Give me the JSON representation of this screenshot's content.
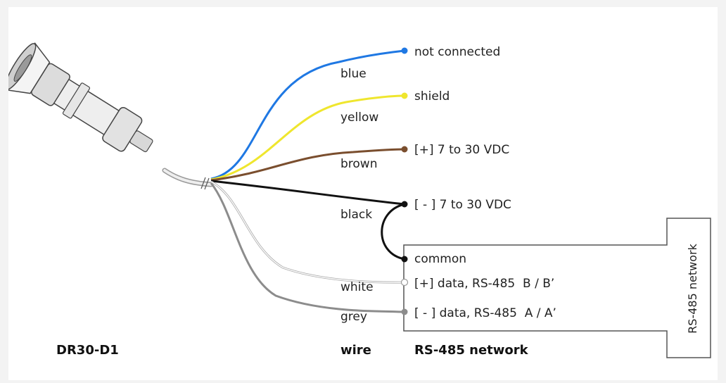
{
  "wires": [
    {
      "color_name": "blue",
      "stroke": "#1f78e3",
      "end_fill": "#1f78e3",
      "label": "not connected"
    },
    {
      "color_name": "yellow",
      "stroke": "#efe62e",
      "end_fill": "#efe62e",
      "label": "shield"
    },
    {
      "color_name": "brown",
      "stroke": "#7a4e2e",
      "end_fill": "#7a4e2e",
      "label": "[+] 7 to 30 VDC"
    },
    {
      "color_name": "black",
      "stroke": "#111111",
      "end_fill": "#111111",
      "label": "[ - ] 7 to 30 VDC"
    },
    {
      "color_name": "white",
      "stroke": "#bdbdbd",
      "end_fill": "#ffffff",
      "label": "[+] data, RS-485  B / B’"
    },
    {
      "color_name": "grey",
      "stroke": "#8c8c8c",
      "end_fill": "#8c8c8c",
      "label": "[ - ] data, RS-485  A / A’"
    }
  ],
  "common_label": "common",
  "network_box_label": "RS-485 network",
  "footer": {
    "device": "DR30-D1",
    "wire": "wire",
    "network": "RS-485 network"
  }
}
